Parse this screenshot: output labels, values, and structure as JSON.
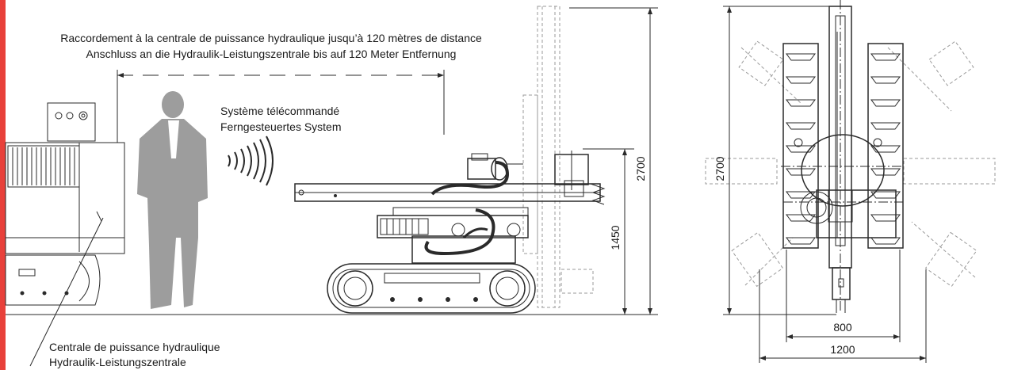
{
  "annotations": {
    "connection_fr": "Raccordement à la centrale de puissance hydraulique jusqu’à 120 mètres de distance",
    "connection_de": "Anschluss an die Hydraulik-Leistungszentrale bis auf 120 Meter Entfernung",
    "remote_fr": "Système télécommandé",
    "remote_de": "Ferngesteuertes System",
    "power_unit_fr": "Centrale de puissance hydraulique",
    "power_unit_de": "Hydraulik-Leistungszentrale"
  },
  "dimensions": {
    "side_height_total": "2700",
    "side_height_base": "1450",
    "top_length": "2700",
    "top_width_inner": "800",
    "top_width_outer": "1200"
  },
  "colors": {
    "accent_bar": "#e8403a",
    "machine_fill": "#ececec",
    "person_fill": "#9d9d9d"
  }
}
